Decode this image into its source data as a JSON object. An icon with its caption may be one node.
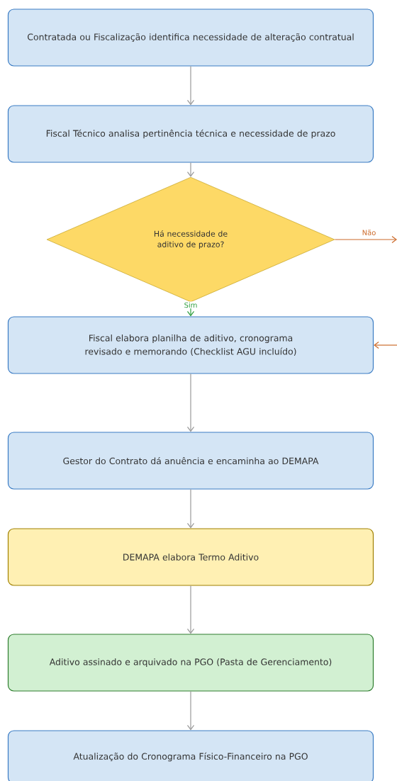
{
  "diagram": {
    "nodes": [
      {
        "text": [
          "Contratada ou Fiscalização identifica necessidade de alteração contratual"
        ]
      },
      {
        "text": [
          "Fiscal Técnico analisa pertinência técnica e necessidade de prazo"
        ]
      },
      {
        "text": [
          "Há necessidade de aditivo de prazo?"
        ]
      },
      {
        "text": [
          "Fiscal elabora planilha de aditivo, cronograma revisado e memorando (Checklist AGU incluído)"
        ]
      },
      {
        "text": [
          "Gestor do Contrato dá anuência e encaminha ao DEMAPA"
        ]
      },
      {
        "text": [
          "DEMAPA elabora Termo Aditivo"
        ]
      },
      {
        "text": [
          "Aditivo assinado e arquivado na PGO (Pasta de Gerenciamento)"
        ]
      },
      {
        "text": [
          "Atualização do Cronograma Físico-Financeiro na PGO"
        ]
      }
    ],
    "edges": [
      {
        "from": 0,
        "to": 1,
        "arrow": "to"
      },
      {
        "from": 1,
        "to": 2,
        "arrow": "to"
      },
      {
        "from": 2,
        "to": 3,
        "arrow": "to",
        "label": "Sim",
        "color": "#2e9e3e"
      },
      {
        "from": 2,
        "to": null,
        "arrow": "to",
        "label": "Não",
        "color": "#cc6a2a"
      },
      {
        "from": null,
        "to": 3,
        "arrow": "to",
        "color": "#cc6a2a"
      },
      {
        "from": 3,
        "to": 4,
        "arrow": "to"
      },
      {
        "from": 4,
        "to": 5,
        "arrow": "to"
      },
      {
        "from": 5,
        "to": 6,
        "arrow": "to"
      },
      {
        "from": 6,
        "to": 7,
        "arrow": "to"
      }
    ]
  }
}
